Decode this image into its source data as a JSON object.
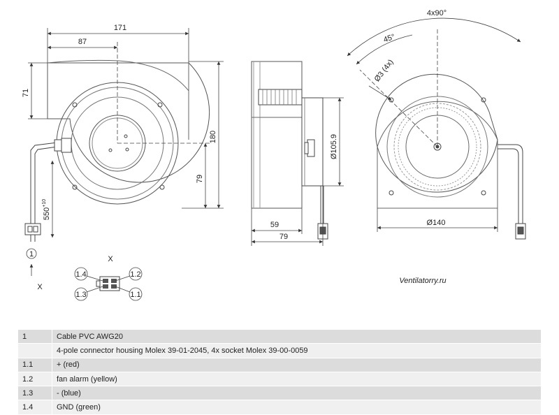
{
  "dimensions": {
    "width_171": "171",
    "width_87": "87",
    "height_71": "71",
    "height_180": "180",
    "height_79_front": "79",
    "cable_length": "550",
    "cable_tolerance": "+10",
    "side_depth_59": "59",
    "side_depth_79": "79",
    "side_diameter": "Ø105.9",
    "rear_angles": "4x90°",
    "rear_angle_45": "45°",
    "rear_hole": "Ø3 (4x)",
    "rear_diameter": "Ø140"
  },
  "connector_view": {
    "callout": "1",
    "view_letter": "X",
    "view_title": "X",
    "pins": [
      "1.4",
      "1.2",
      "1.3",
      "1.1"
    ]
  },
  "watermark": "Ventilatorry.ru",
  "legend": [
    {
      "num": "1",
      "desc": "Cable PVC AWG20"
    },
    {
      "num": "",
      "desc": "4-pole connector housing Molex 39-01-2045, 4x socket Molex 39-00-0059"
    },
    {
      "num": "1.1",
      "desc": "+ (red)"
    },
    {
      "num": "1.2",
      "desc": "fan alarm (yellow)"
    },
    {
      "num": "1.3",
      "desc": "- (blue)"
    },
    {
      "num": "1.4",
      "desc": "GND (green)"
    }
  ]
}
